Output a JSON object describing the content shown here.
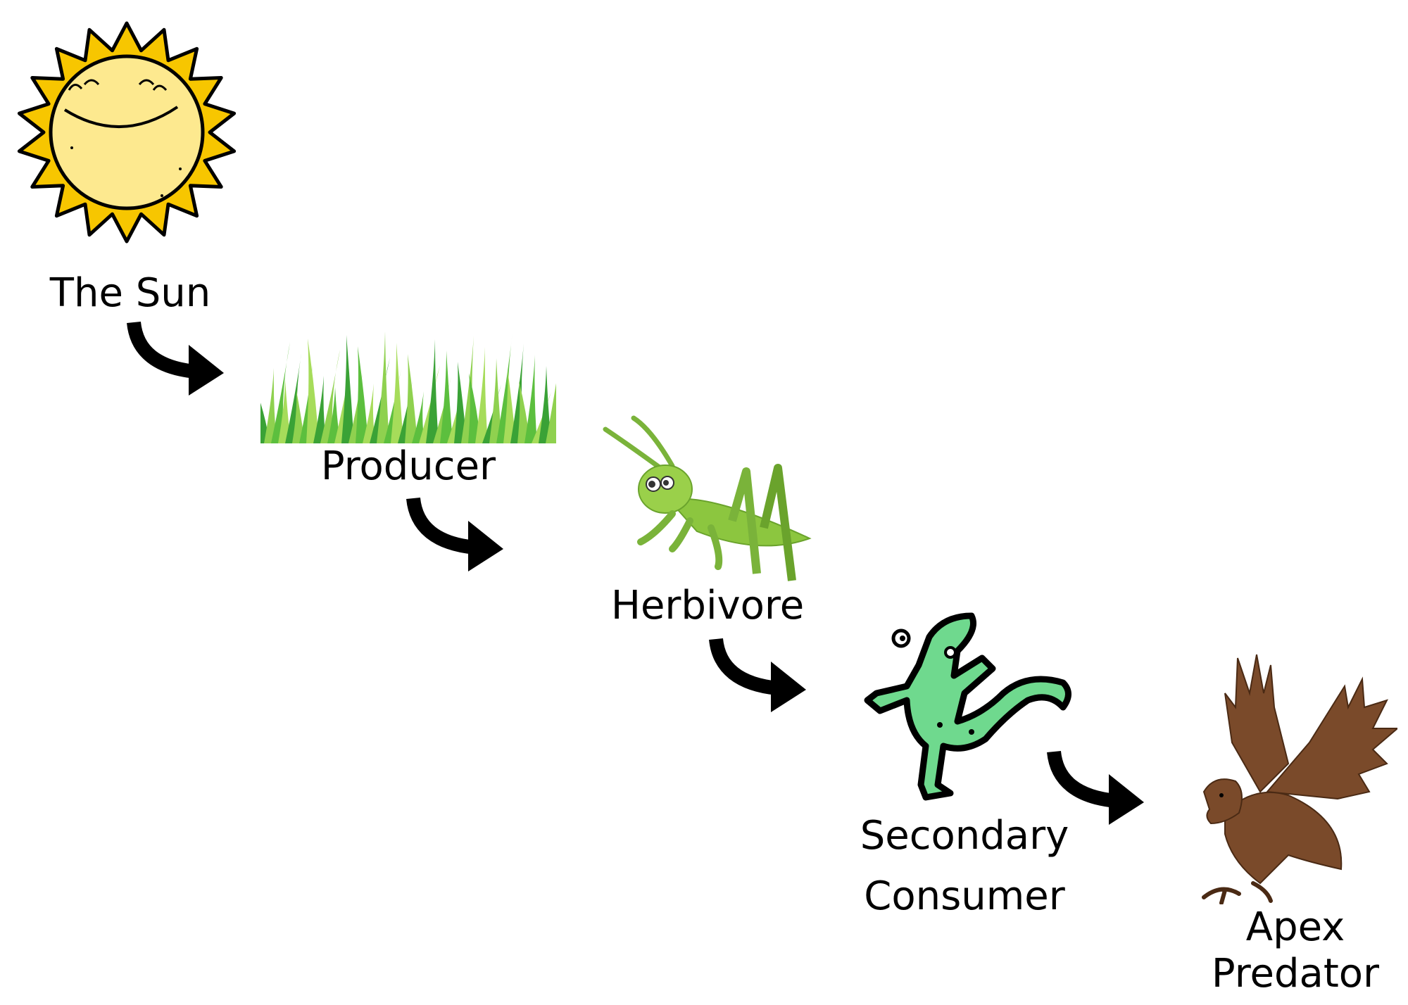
{
  "diagram": {
    "type": "food-chain",
    "stages": [
      {
        "id": "sun",
        "label": "The Sun",
        "icon": "sun-icon"
      },
      {
        "id": "producer",
        "label": "Producer",
        "icon": "grass-icon"
      },
      {
        "id": "herbivore",
        "label": "Herbivore",
        "icon": "grasshopper-icon"
      },
      {
        "id": "secondary",
        "label_line1": "Secondary",
        "label_line2": "Consumer",
        "icon": "lizard-icon"
      },
      {
        "id": "apex",
        "label_line1": "Apex",
        "label_line2": "Predator",
        "icon": "eagle-icon"
      }
    ],
    "connections": [
      {
        "from": "sun",
        "to": "producer"
      },
      {
        "from": "producer",
        "to": "herbivore"
      },
      {
        "from": "herbivore",
        "to": "secondary"
      },
      {
        "from": "secondary",
        "to": "apex"
      }
    ],
    "colors": {
      "sun_rays": "#f7c600",
      "sun_face": "#fde98f",
      "grass_dark": "#3aa236",
      "grass_light": "#8fd14f",
      "grasshopper": "#8cc63f",
      "lizard": "#6fd98e",
      "eagle": "#7a4a2a",
      "arrow": "#000000"
    }
  }
}
